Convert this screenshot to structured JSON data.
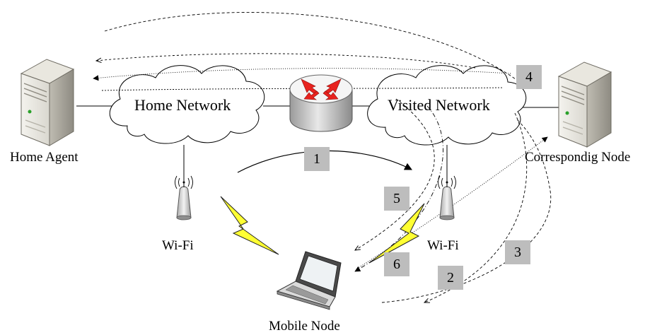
{
  "nodes": {
    "home_agent": "Home Agent",
    "correspondent_node": "Correspondig Node",
    "mobile_node": "Mobile Node",
    "wifi_left": "Wi-Fi",
    "wifi_right": "Wi-Fi"
  },
  "networks": {
    "home": "Home Network",
    "visited": "Visited Network"
  },
  "steps": [
    "1",
    "2",
    "3",
    "4",
    "5",
    "6"
  ],
  "colors": {
    "lightning": "#ffff33",
    "router_arrows": "#e8231f",
    "step_box": "#bdbdbd"
  }
}
